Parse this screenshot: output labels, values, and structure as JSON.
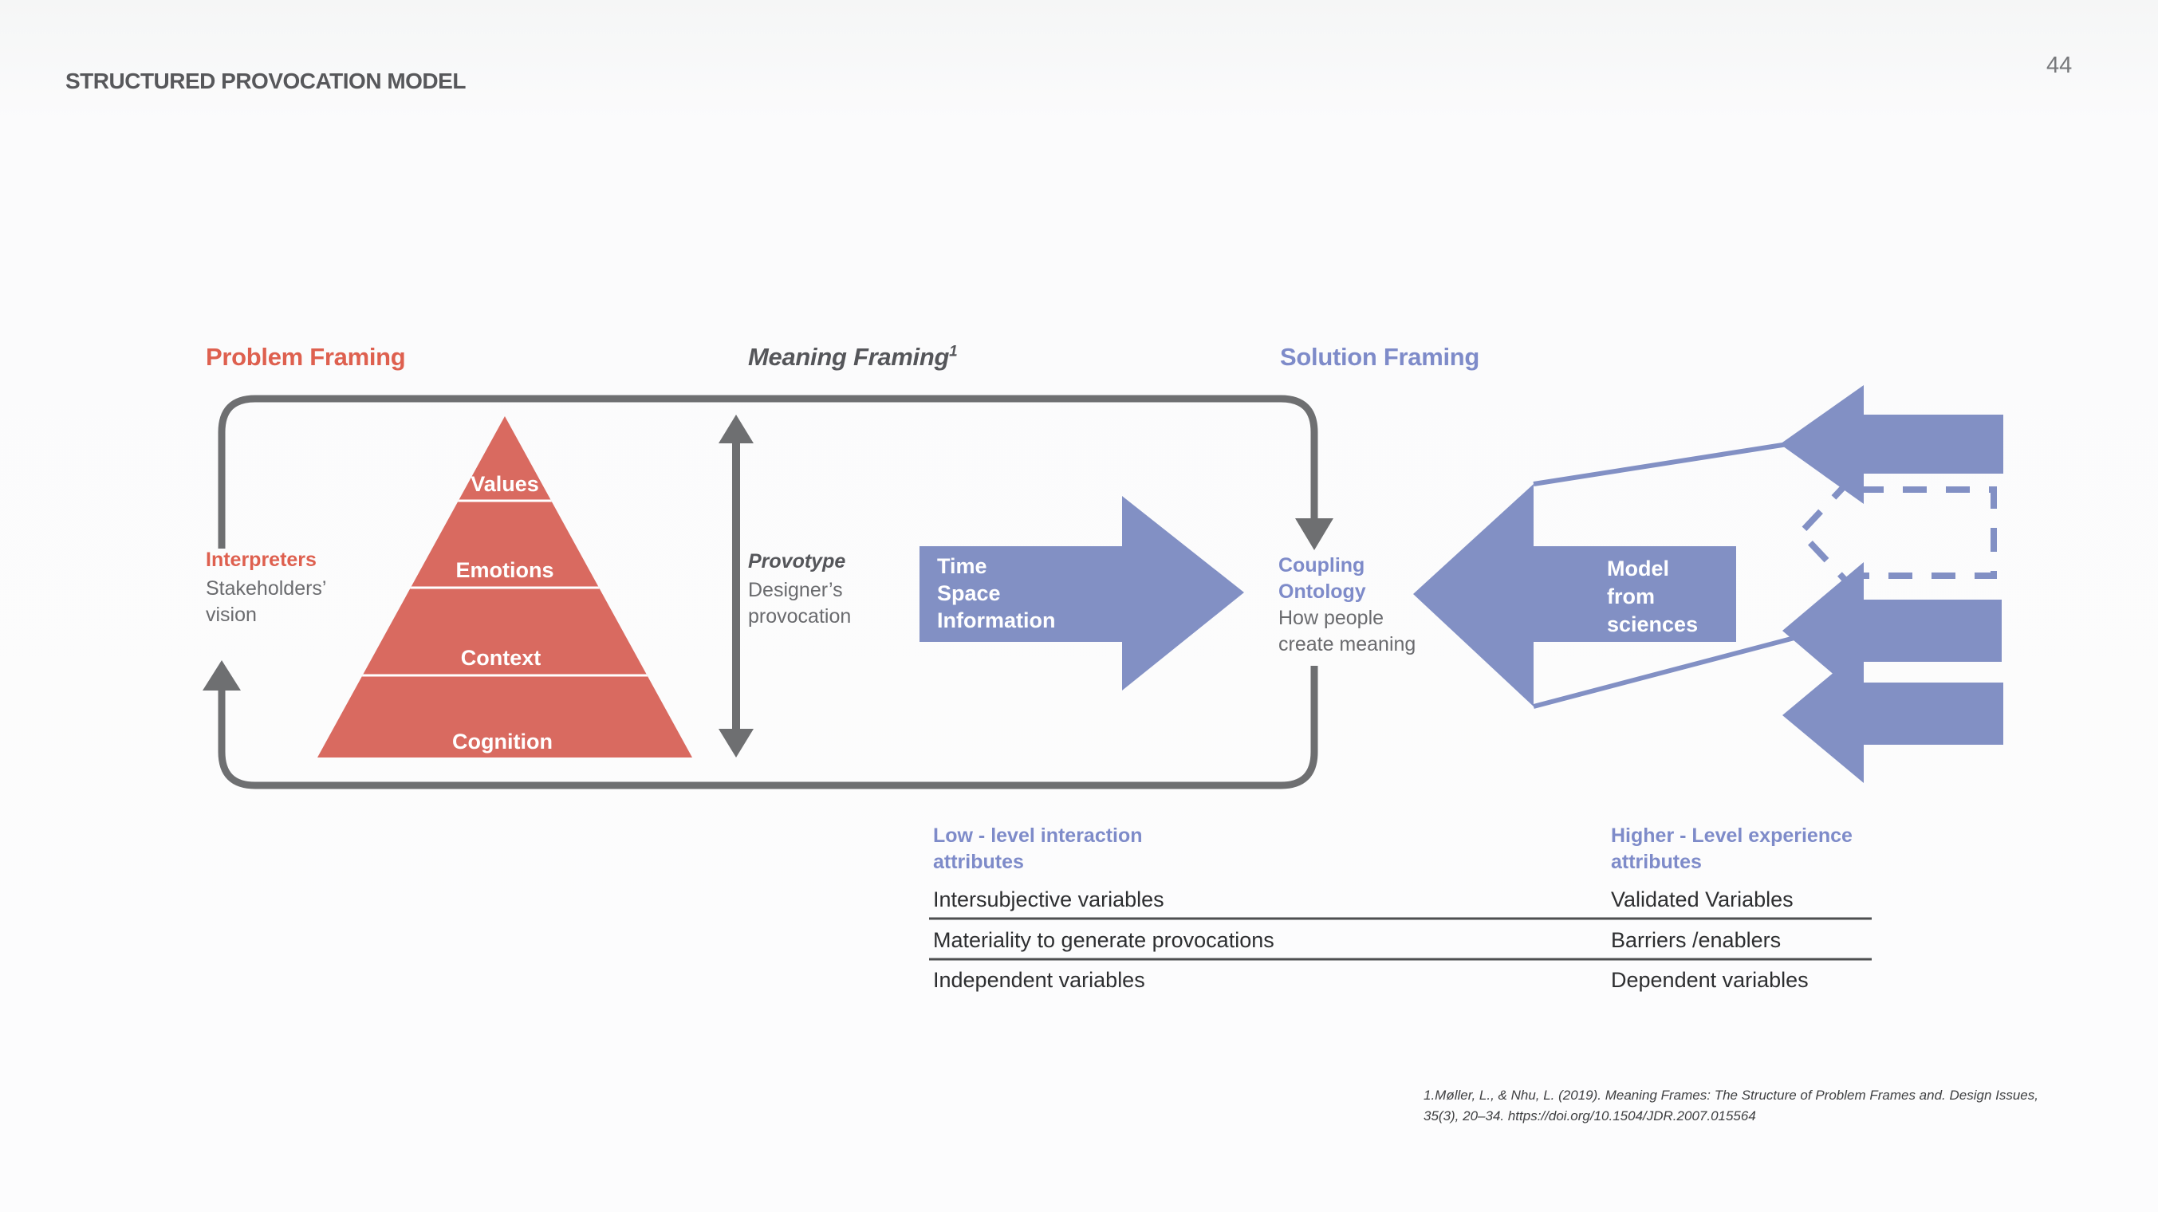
{
  "page": {
    "title": "STRUCTURED PROVOCATION MODEL",
    "page_number": "44"
  },
  "sections": {
    "problem": {
      "label": "Problem Framing"
    },
    "meaning": {
      "label": "Meaning Framing",
      "superscript": "1"
    },
    "solution": {
      "label": "Solution Framing"
    }
  },
  "pyramid": {
    "levels": [
      "Values",
      "Emotions",
      "Context",
      "Cognition"
    ]
  },
  "interpreters": {
    "title": "Interpreters",
    "line1": "Stakeholders’",
    "line2": "vision"
  },
  "provotype": {
    "title": "Provotype",
    "line1": "Designer’s",
    "line2": "provocation"
  },
  "time_arrow": {
    "line1": "Time",
    "line2": "Space",
    "line3": "Information"
  },
  "coupling": {
    "title1": "Coupling",
    "title2": "Ontology",
    "line1": "How people",
    "line2": "create meaning"
  },
  "model_arrow": {
    "line1": "Model",
    "line2": "from",
    "line3": "sciences"
  },
  "table": {
    "left_header_line1": "Low - level interaction",
    "left_header_line2": "attributes",
    "right_header_line1": "Higher - Level experience",
    "right_header_line2": "attributes",
    "rows": [
      {
        "left": "Intersubjective variables",
        "right": "Validated Variables"
      },
      {
        "left": "Materiality to generate provocations",
        "right": "Barriers /enablers"
      },
      {
        "left": "Independent variables",
        "right": "Dependent variables"
      }
    ]
  },
  "footnote": {
    "line1": "1.Møller, L., & Nhu, L. (2019). Meaning Frames: The Structure of Problem Frames and. Design Issues,",
    "line2": "35(3), 20–34. https://doi.org/10.1504/JDR.2007.015564"
  },
  "colors": {
    "accent_red": "#d96a60",
    "accent_red_text": "#de604f",
    "accent_blue": "#8290c4",
    "accent_blue_text": "#7e8bc9",
    "loop_gray": "#6e6f71",
    "heading_dark": "#55565a"
  }
}
